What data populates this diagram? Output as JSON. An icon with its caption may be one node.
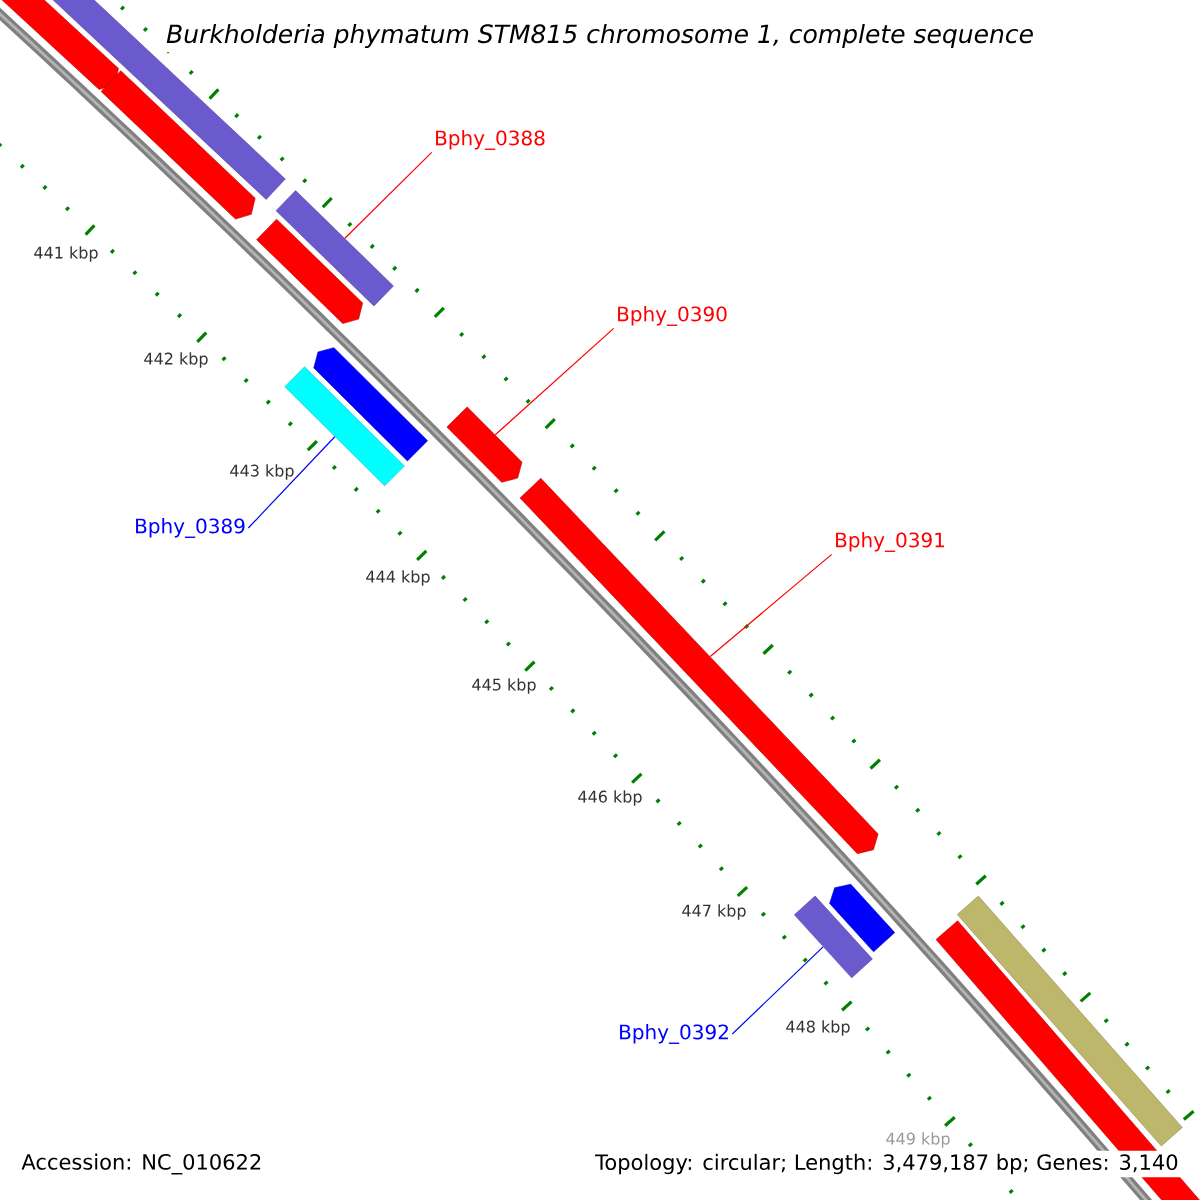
{
  "diagram": {
    "title": "Burkholderia phymatum STM815 chromosome 1, complete sequence",
    "nodes": [
      {
        "text": [],
        "shape": "arrow"
      },
      {
        "text": [],
        "shape": "bar"
      },
      {
        "text": [],
        "shape": "arrow"
      },
      {
        "text": [
          "Bphy_0388"
        ]
      },
      {
        "text": [],
        "shape": "bar"
      },
      {
        "text": [],
        "shape": "arrow"
      },
      {
        "text": [
          "Bphy_0390"
        ]
      },
      {
        "text": [],
        "shape": "arrow"
      },
      {
        "text": [],
        "shape": "bar"
      },
      {
        "text": [],
        "shape": "arrow"
      },
      {
        "text": [
          "Bphy_0389"
        ]
      },
      {
        "text": [
          "Bphy_0391"
        ]
      },
      {
        "text": [],
        "shape": "arrow"
      },
      {
        "text": [],
        "shape": "arrow"
      },
      {
        "text": [],
        "shape": "bar"
      },
      {
        "text": [
          "Bphy_0392"
        ]
      },
      {
        "text": [],
        "shape": "bar"
      },
      {
        "text": [],
        "shape": "arrow"
      }
    ],
    "edges": [
      {
        "from": 3,
        "to": 4,
        "arrow": "none"
      },
      {
        "from": 6,
        "to": 9,
        "arrow": "none"
      },
      {
        "from": 10,
        "to": 8,
        "arrow": "none",
        "color": "#0000ff"
      },
      {
        "from": 11,
        "to": 12,
        "arrow": "none"
      },
      {
        "from": 15,
        "to": 14,
        "arrow": "none",
        "color": "#0000ff"
      }
    ],
    "labels": [
      "441 kbp",
      "442 kbp",
      "443 kbp",
      "444 kbp",
      "445 kbp",
      "446 kbp",
      "447 kbp",
      "448 kbp",
      "449 kbp",
      "Accession: NC_010622",
      "Topology: circular; Length: 3,479,187 bp; Genes: 3,140"
    ]
  }
}
